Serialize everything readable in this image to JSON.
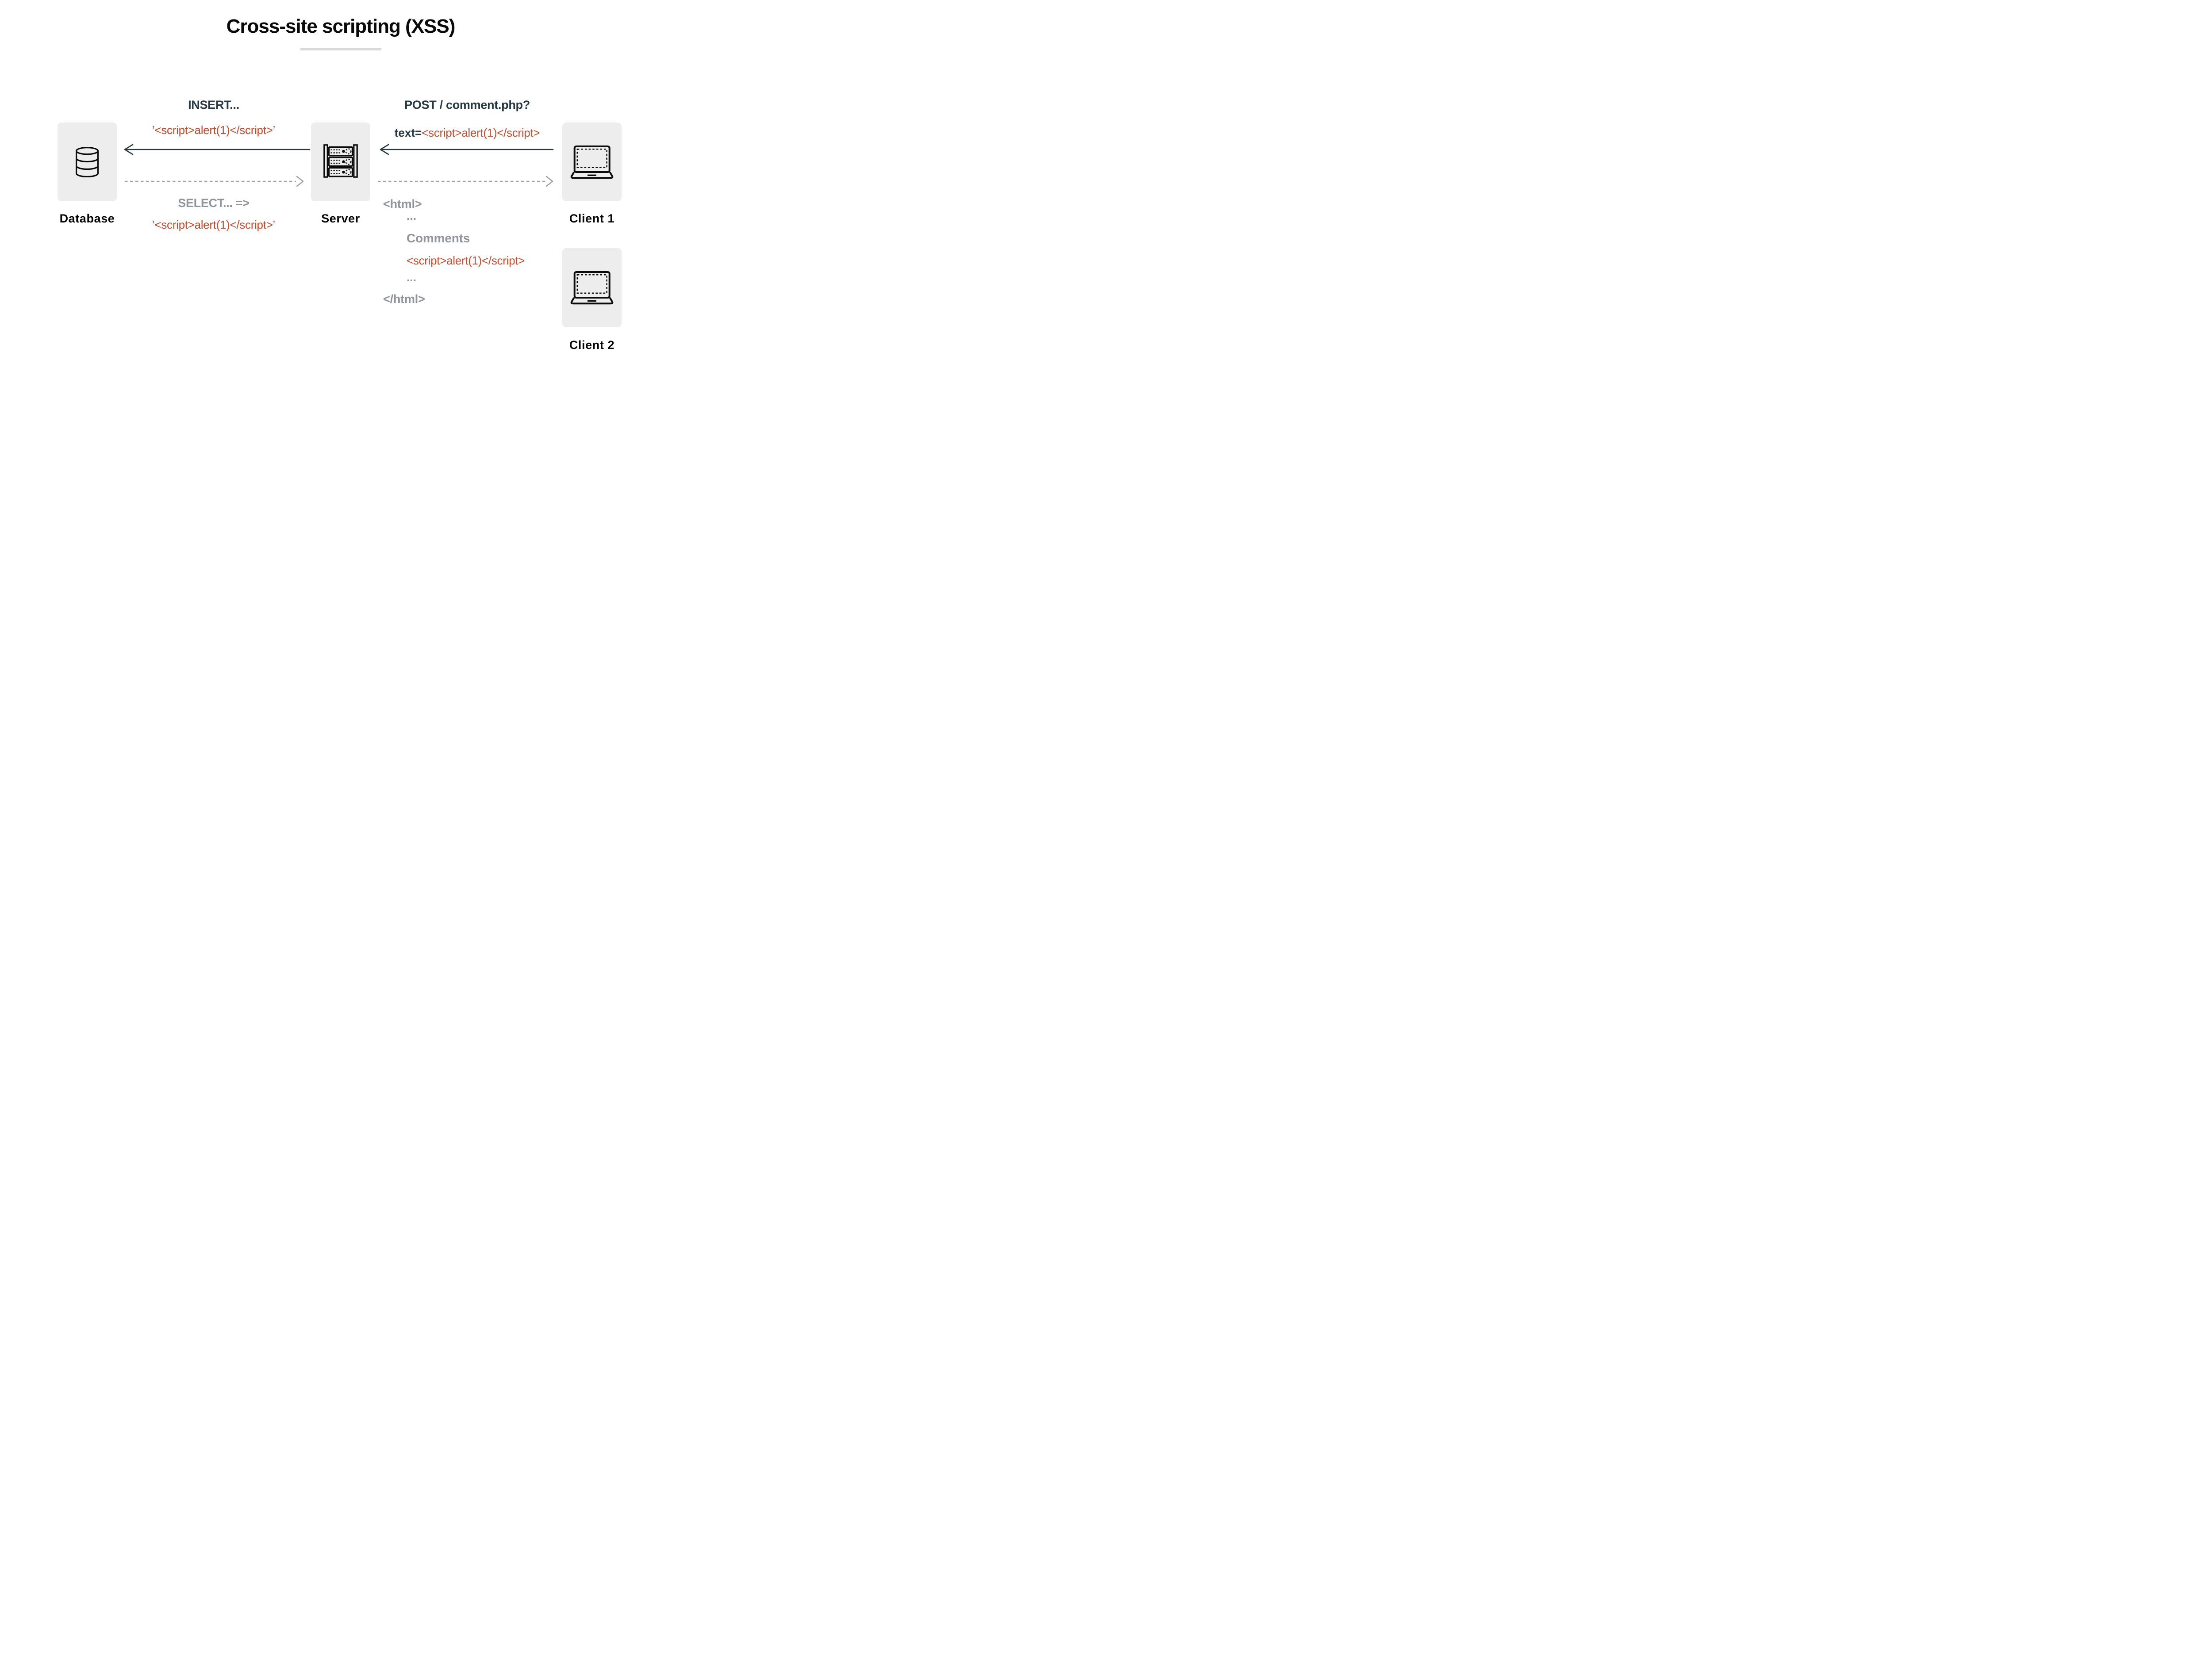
{
  "title": "Cross-site scripting (XSS)",
  "colors": {
    "background": "#ffffff",
    "title_text": "#0a0a0a",
    "divider": "#d9d9d9",
    "dark_slate": "#253a44",
    "orange": "#c94a2c",
    "gray_text": "#8f959a",
    "dashed_arrow": "#9aa0a4",
    "node_background": "#ededed",
    "icon_stroke": "#0b0b0b"
  },
  "nodes": {
    "database": {
      "label": "Database",
      "icon": "database-icon"
    },
    "server": {
      "label": "Server",
      "icon": "server-rack-icon"
    },
    "client1": {
      "label": "Client 1",
      "icon": "laptop-icon"
    },
    "client2": {
      "label": "Client 2",
      "icon": "laptop-icon"
    }
  },
  "flows": {
    "insert": {
      "heading": "INSERT...",
      "payload": "’<script>alert(1)</script>’"
    },
    "select": {
      "heading": "SELECT... =>",
      "payload": "’<script>alert(1)</script>’"
    },
    "post": {
      "heading": "POST / comment.php?",
      "param": "text=",
      "payload": "<script>alert(1)</script>"
    },
    "response": {
      "lines": [
        "<html>",
        "...",
        "Comments",
        "<script>alert(1)</script>",
        "...",
        "</html>"
      ]
    }
  }
}
